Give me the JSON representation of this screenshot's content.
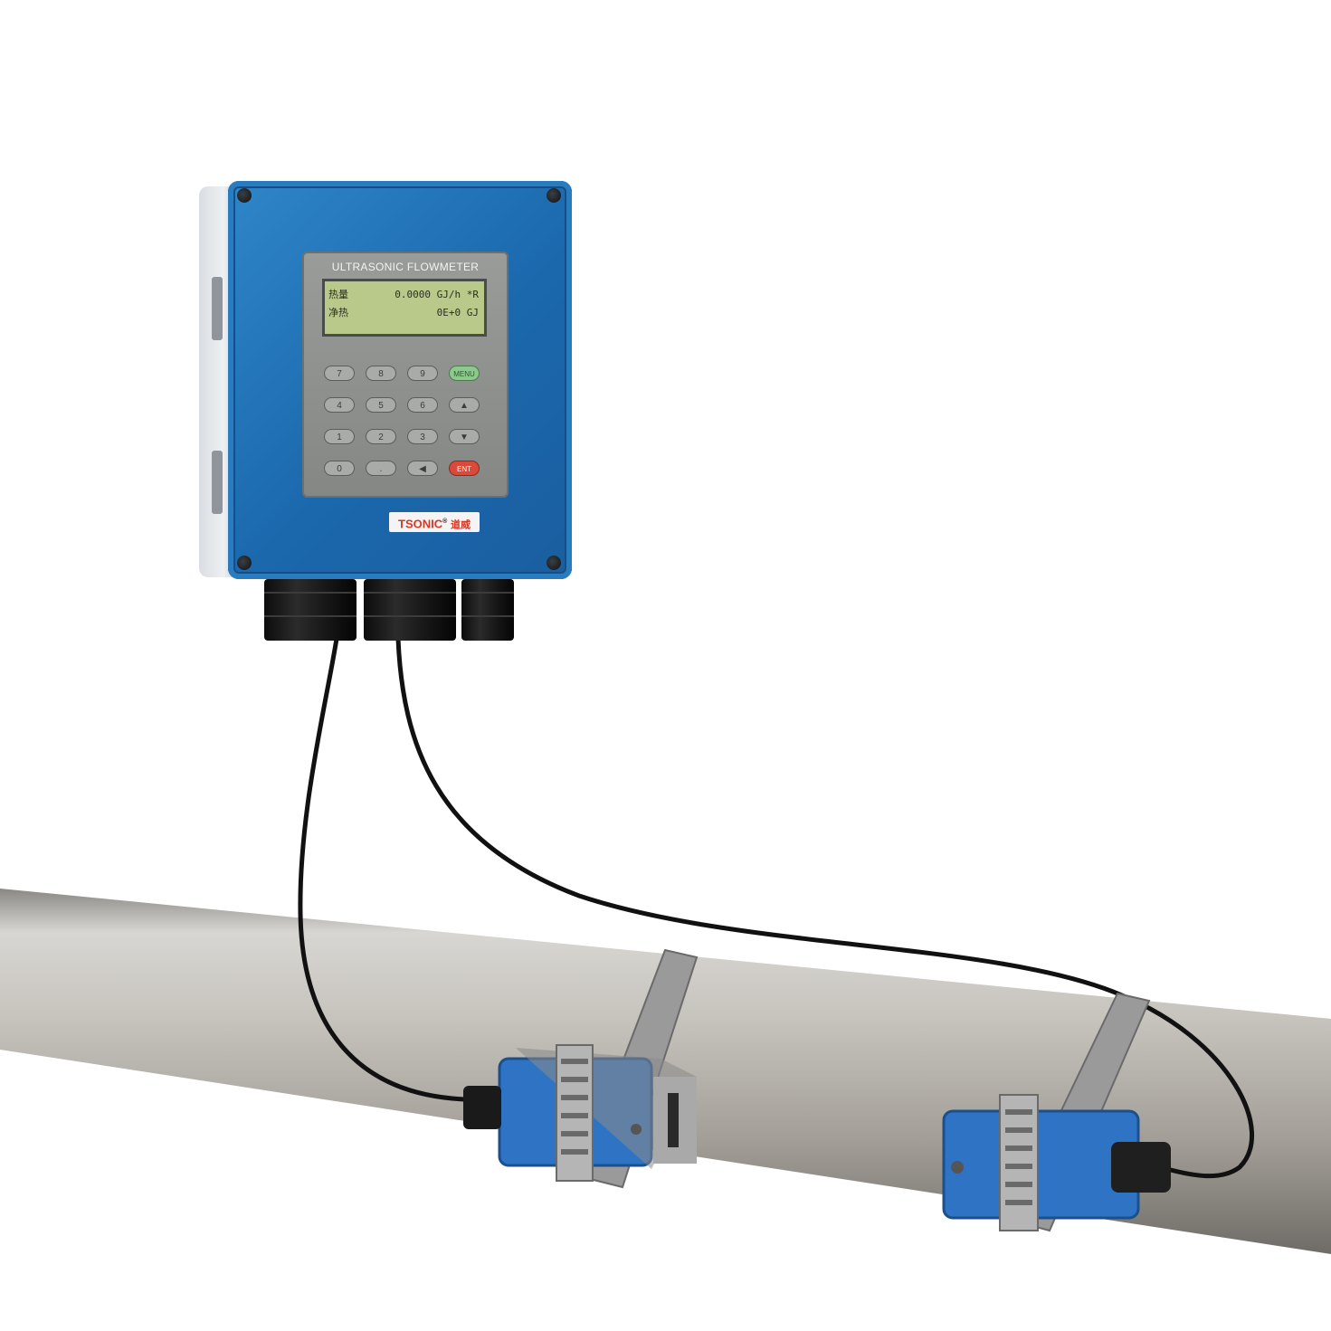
{
  "device": {
    "panel_title": "ULTRASONIC FLOWMETER",
    "lcd": {
      "line1_label": "热量",
      "line1_value": "0.0000 GJ/h *R",
      "line2_label": "净热",
      "line2_value": "0E+0 GJ"
    },
    "keys": [
      "7",
      "8",
      "9",
      "MENU",
      "4",
      "5",
      "6",
      "▲",
      "1",
      "2",
      "3",
      "▼",
      "0",
      ".",
      "◀",
      "ENT"
    ],
    "brand": {
      "name": "TSONIC",
      "mark": "®",
      "cn": "道威"
    }
  },
  "colors": {
    "enclosure_blue": "#1b68ad",
    "pipe_steel": "#b7b3ac",
    "transducer_blue": "#2f74c4",
    "cable": "#111111",
    "menu_key": "#8cc98c",
    "ent_key": "#d94a3a",
    "lcd_green": "#b8c98a"
  }
}
